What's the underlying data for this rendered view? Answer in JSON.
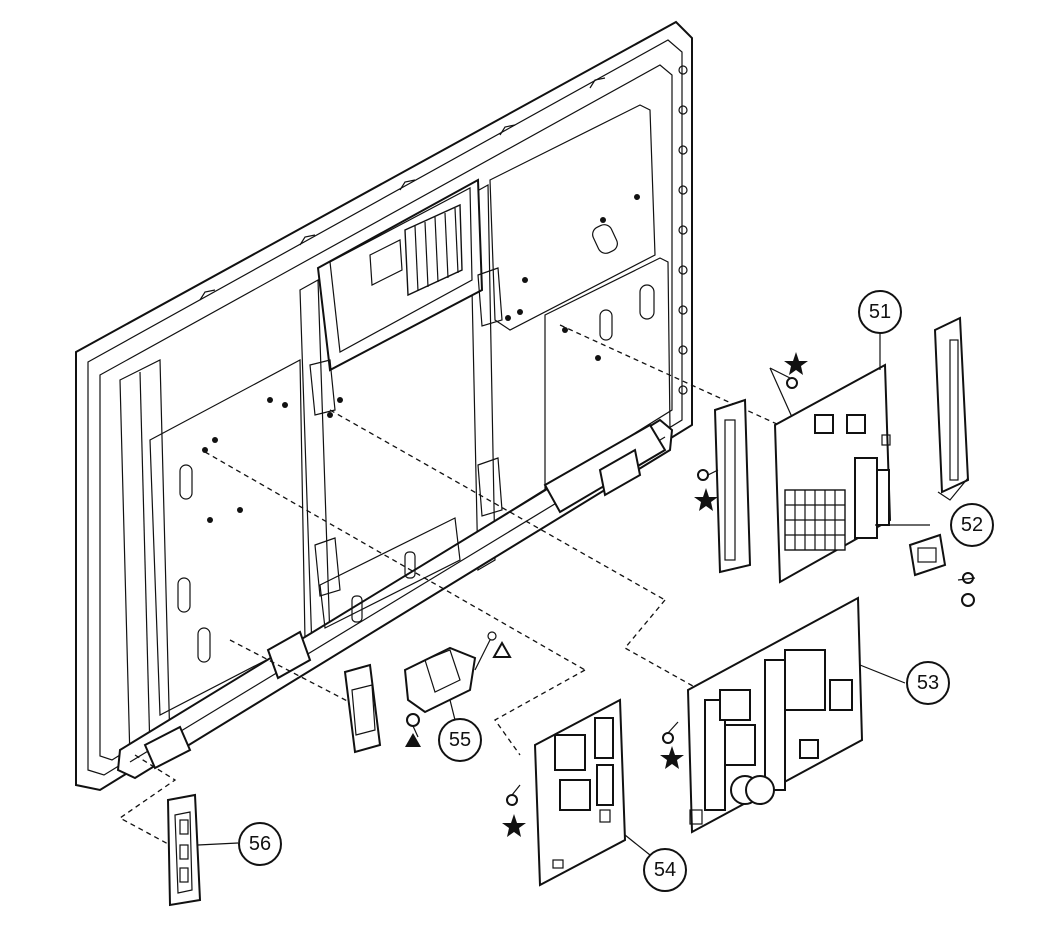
{
  "diagram": {
    "callouts": [
      {
        "id": "51",
        "label": "51"
      },
      {
        "id": "52",
        "label": "52"
      },
      {
        "id": "53",
        "label": "53"
      },
      {
        "id": "54",
        "label": "54"
      },
      {
        "id": "55",
        "label": "55"
      },
      {
        "id": "56",
        "label": "56"
      }
    ],
    "markers": {
      "star": "filled-star-icon",
      "triangle_filled": "filled-triangle-icon",
      "triangle_open": "open-triangle-icon"
    }
  }
}
